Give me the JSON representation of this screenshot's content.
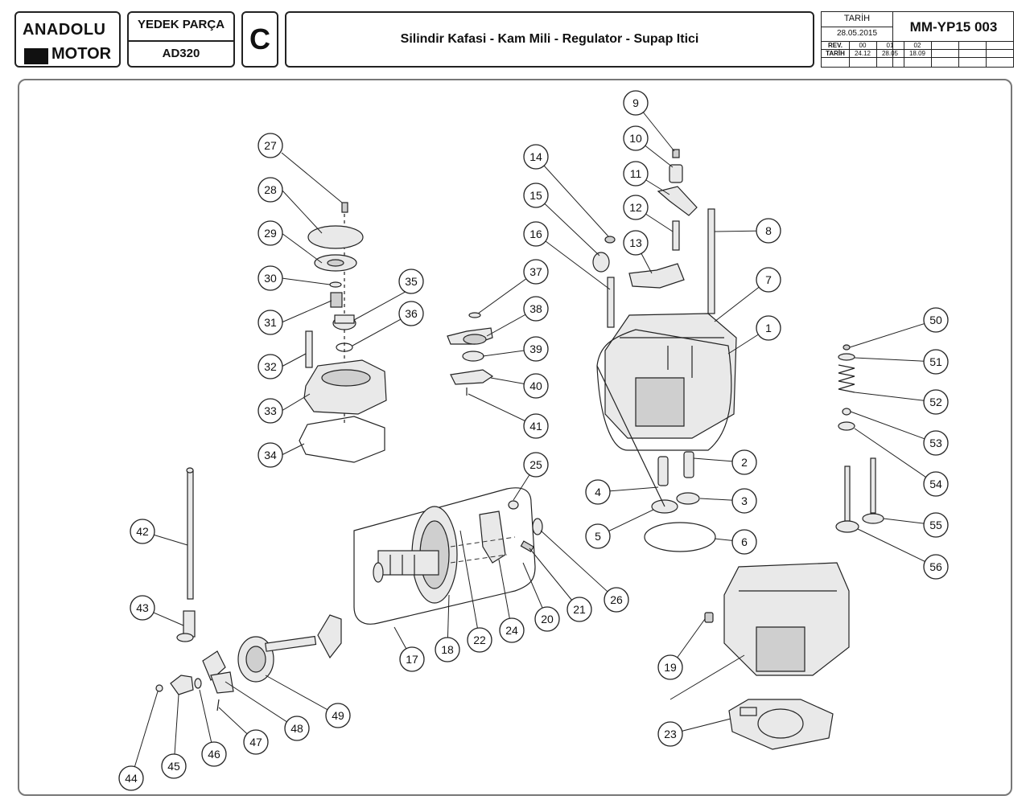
{
  "header": {
    "brand_line1": "ANADOLU",
    "brand_line2": "MOTOR",
    "part_label": "YEDEK PARÇA",
    "model": "AD320",
    "section_letter": "C",
    "title": "Silindir Kafasi - Kam Mili - Regulator - Supap Itici",
    "date_label": "TARİH",
    "date": "28.05.2015",
    "doc_number": "MM-YP15 003",
    "rev_label": "REV.",
    "rev_values": [
      "00",
      "01",
      "02"
    ],
    "rev_date_label": "TARİH",
    "rev_dates": [
      "24.12",
      "28.05",
      "18.09"
    ]
  },
  "callouts": [
    "1",
    "2",
    "3",
    "4",
    "5",
    "6",
    "7",
    "8",
    "9",
    "10",
    "11",
    "12",
    "13",
    "14",
    "15",
    "16",
    "17",
    "18",
    "19",
    "20",
    "21",
    "22",
    "23",
    "24",
    "25",
    "26",
    "27",
    "28",
    "29",
    "30",
    "31",
    "32",
    "33",
    "34",
    "35",
    "36",
    "37",
    "38",
    "39",
    "40",
    "41",
    "42",
    "43",
    "44",
    "45",
    "46",
    "47",
    "48",
    "49",
    "50",
    "51",
    "52",
    "53",
    "54",
    "55",
    "56"
  ],
  "colors": {
    "line": "#222222",
    "part_fill": "#e9e9e9",
    "frame": "#777777"
  }
}
